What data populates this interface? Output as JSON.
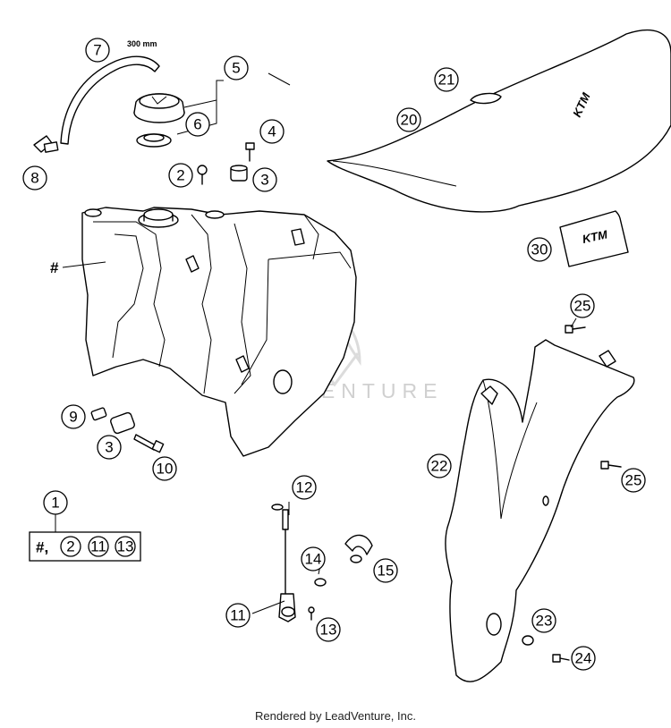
{
  "callouts": [
    {
      "id": "c1",
      "label": "1"
    },
    {
      "id": "c2a",
      "label": "2"
    },
    {
      "id": "c3a",
      "label": "3"
    },
    {
      "id": "c3b",
      "label": "3"
    },
    {
      "id": "c4",
      "label": "4"
    },
    {
      "id": "c5",
      "label": "5"
    },
    {
      "id": "c6",
      "label": "6"
    },
    {
      "id": "c7",
      "label": "7"
    },
    {
      "id": "c8",
      "label": "8"
    },
    {
      "id": "c9",
      "label": "9"
    },
    {
      "id": "c10",
      "label": "10"
    },
    {
      "id": "c11",
      "label": "11"
    },
    {
      "id": "c12",
      "label": "12"
    },
    {
      "id": "c13",
      "label": "13"
    },
    {
      "id": "c14",
      "label": "14"
    },
    {
      "id": "c15",
      "label": "15"
    },
    {
      "id": "c20",
      "label": "20"
    },
    {
      "id": "c21",
      "label": "21"
    },
    {
      "id": "c22",
      "label": "22"
    },
    {
      "id": "c23",
      "label": "23"
    },
    {
      "id": "c24",
      "label": "24"
    },
    {
      "id": "c25a",
      "label": "25"
    },
    {
      "id": "c25b",
      "label": "25"
    },
    {
      "id": "c30",
      "label": "30"
    }
  ],
  "hose_length": "300 mm",
  "tank_marker": "#",
  "kit": {
    "prefix": "#,",
    "items": [
      "2",
      "11",
      "13"
    ]
  },
  "brand_text": "KTM",
  "watermark": "LEADVENTURE",
  "footer": "Rendered by LeadVenture, Inc."
}
